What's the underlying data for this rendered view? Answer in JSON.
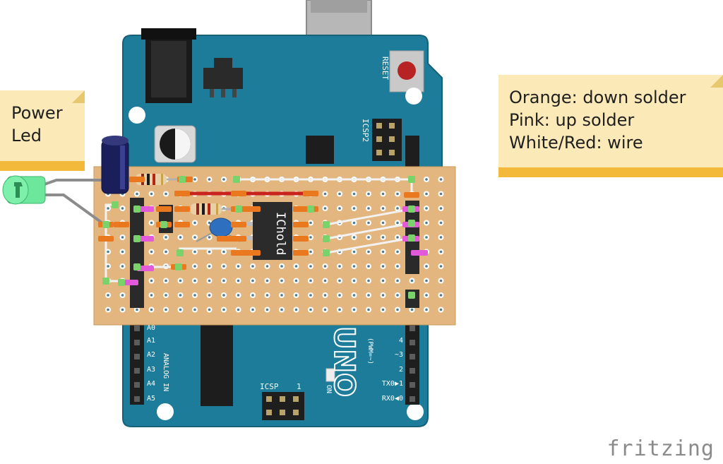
{
  "power_note": {
    "lines": [
      "Power",
      "Led"
    ]
  },
  "legend_note": {
    "lines": [
      "Orange: down solder",
      "Pink: up solder",
      "White/Red: wire"
    ]
  },
  "arduino": {
    "reset_label": "RESET",
    "icsp2_label": "ICSP2",
    "icsp_label": "ICSP",
    "pin1_label": "1",
    "on_label": "ON",
    "analog_label": "ANALOG IN",
    "analog_pins": [
      "A0",
      "A1",
      "A2",
      "A3",
      "A4",
      "A5"
    ],
    "pwm_label": "(PWM=~)",
    "digital_pins": [
      "4",
      "~3",
      "2",
      "TX0▶1",
      "RX0◀0"
    ],
    "logo_text": "UNO"
  },
  "ic_label": "IChold",
  "brand": "fritzing",
  "colors": {
    "board": "#1d7c99",
    "stripboard": "#e2b67e",
    "orange_solder": "#e9781f",
    "pink_solder": "#e25ad9",
    "red_wire": "#c8231c",
    "white_wire": "#f2f2f2",
    "note_fill": "#fbe9b7",
    "note_bar": "#f3b93b"
  }
}
